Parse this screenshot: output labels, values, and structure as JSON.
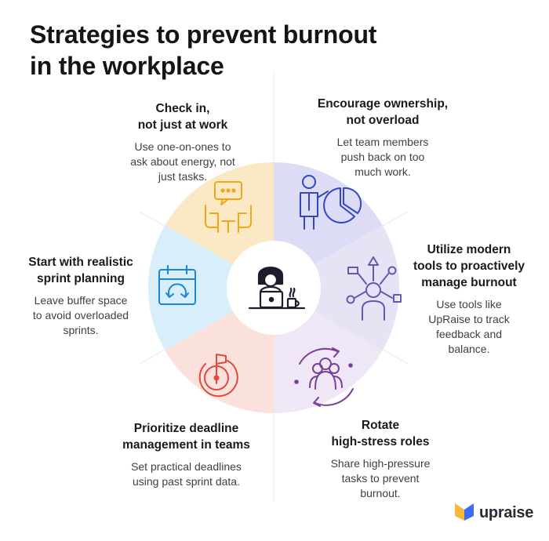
{
  "title": {
    "line1": "Strategies to prevent burnout",
    "line2": "in the workplace"
  },
  "strategies": [
    {
      "heading": [
        "Check in,",
        "not just at work"
      ],
      "desc": [
        "Use one-on-ones to",
        "ask about energy, not",
        "just tasks."
      ],
      "icon": "meeting-icon",
      "color": "#fbe9c6"
    },
    {
      "heading": [
        "Encourage ownership,",
        "not overload"
      ],
      "desc": [
        "Let team members",
        "push back on too",
        "much work."
      ],
      "icon": "presentation-icon",
      "color": "#dcdcf7"
    },
    {
      "heading": [
        "Utilize modern",
        "tools to proactively",
        "manage burnout"
      ],
      "desc": [
        "Use tools like",
        "UpRaise to track",
        "feedback and",
        "balance."
      ],
      "icon": "options-icon",
      "color": "#e6e3f5"
    },
    {
      "heading": [
        "Rotate",
        "high-stress roles"
      ],
      "desc": [
        "Share high-pressure",
        "tasks to prevent",
        "burnout."
      ],
      "icon": "rotate-team-icon",
      "color": "#efe6f6"
    },
    {
      "heading": [
        "Prioritize deadline",
        "management in teams"
      ],
      "desc": [
        "Set practical deadlines",
        "using past sprint data."
      ],
      "icon": "deadline-timer-icon",
      "color": "#fbe1dc"
    },
    {
      "heading": [
        "Start with realistic",
        "sprint planning"
      ],
      "desc": [
        "Leave buffer space",
        "to avoid overloaded",
        "sprints."
      ],
      "icon": "calendar-sprint-icon",
      "color": "#d8eefa"
    }
  ],
  "center_icon": "worker-at-desk-icon",
  "brand": {
    "name": "upraise",
    "icon": "upraise-logo-icon",
    "accent": "#3d6bf2",
    "accent2": "#f6b73c"
  }
}
